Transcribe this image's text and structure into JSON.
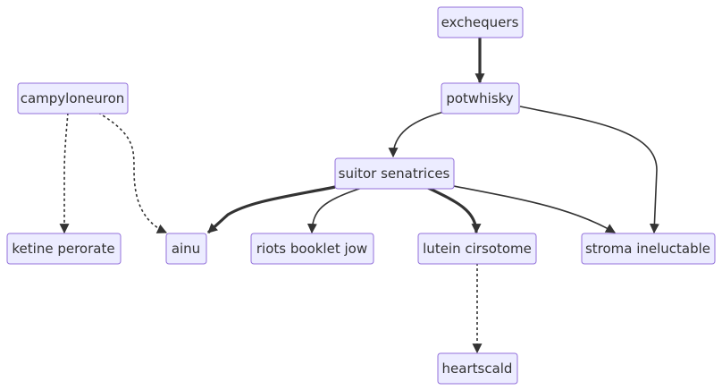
{
  "diagram": {
    "type": "flowchart",
    "colors": {
      "node_fill": "#ECECFF",
      "node_border": "#9370DB",
      "edge": "#333333",
      "text": "#333333"
    },
    "nodes": {
      "exchequers": "exchequers",
      "potwhisky": "potwhisky",
      "campyloneuron": "campyloneuron",
      "suitor_senatrices": "suitor senatrices",
      "ketine_perorate": "ketine perorate",
      "ainu": "ainu",
      "riots_booklet_jow": "riots booklet jow",
      "lutein_cirsotome": "lutein cirsotome",
      "stroma_ineluctable": "stroma ineluctable",
      "heartscald": "heartscald"
    },
    "edges": [
      {
        "from": "exchequers",
        "to": "potwhisky",
        "style": "thick"
      },
      {
        "from": "potwhisky",
        "to": "suitor senatrices",
        "style": "normal"
      },
      {
        "from": "potwhisky",
        "to": "stroma ineluctable",
        "style": "normal"
      },
      {
        "from": "campyloneuron",
        "to": "ketine perorate",
        "style": "dotted"
      },
      {
        "from": "campyloneuron",
        "to": "ainu",
        "style": "dotted"
      },
      {
        "from": "suitor senatrices",
        "to": "ainu",
        "style": "thick"
      },
      {
        "from": "suitor senatrices",
        "to": "riots booklet jow",
        "style": "normal"
      },
      {
        "from": "suitor senatrices",
        "to": "lutein cirsotome",
        "style": "thick"
      },
      {
        "from": "suitor senatrices",
        "to": "stroma ineluctable",
        "style": "normal"
      },
      {
        "from": "lutein cirsotome",
        "to": "heartscald",
        "style": "dotted"
      }
    ]
  }
}
